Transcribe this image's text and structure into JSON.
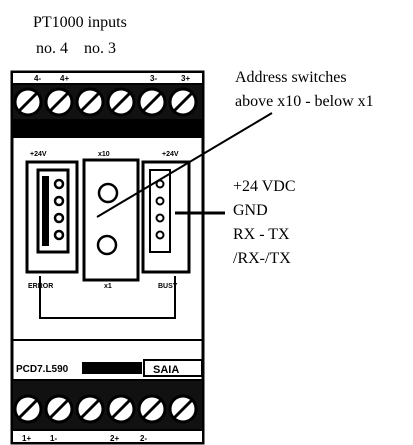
{
  "labels": {
    "inputs_title": "PT1000 inputs",
    "inputs_numbers": "no. 4    no. 3",
    "address_line1": "Address switches",
    "address_line2": "above x10 - below x1",
    "pin_1": "+24 VDC",
    "pin_2": "GND",
    "pin_3": "RX - TX",
    "pin_4": "/RX-/TX"
  },
  "module": {
    "top_terminal_marks": [
      "4-",
      "4+",
      "3-",
      "3+"
    ],
    "top_window_left": "+24V",
    "top_window_center": "x10",
    "top_window_right": "+24V",
    "bottom_window_left": "ERROR",
    "bottom_window_center": "x1",
    "bottom_window_right": "BUSY",
    "model": "PCD7.L590",
    "brand": "SAIA",
    "bottom_terminal_marks": [
      "1+",
      "1-",
      "2+",
      "2-"
    ]
  }
}
